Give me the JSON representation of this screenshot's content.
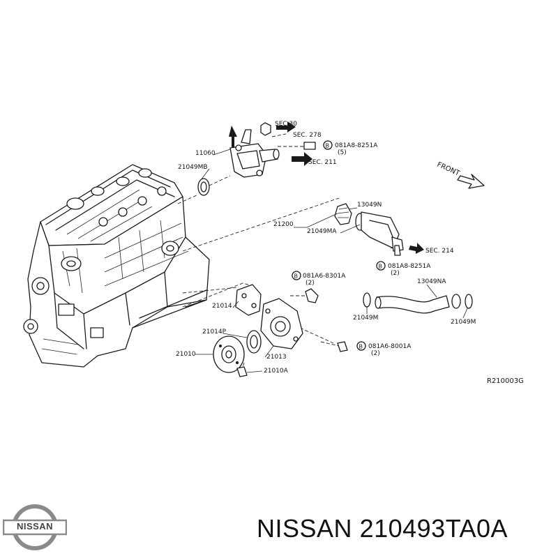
{
  "brand_caption": {
    "maker": "NISSAN",
    "part_number": "210493TA0A"
  },
  "logo": {
    "word": "NISSAN",
    "icon": "nissan-logo-icon",
    "color": "#8a8a8a"
  },
  "diagram": {
    "ref_code": "R210003G",
    "front_label": "FRONT",
    "parts": {
      "p11060": "11060",
      "p21049mb": "21049MB",
      "p21200": "21200",
      "p21049ma": "21049MA",
      "p13049n": "13049N",
      "p13049na": "13049NA",
      "p21049m_left": "21049M",
      "p21049m_right": "21049M",
      "p21014": "21014",
      "p21014p": "21014P",
      "p21010": "21010",
      "p21013": "21013",
      "p21010a": "21010A"
    },
    "sections": {
      "sec278": "SEC. 278",
      "sec211": "SEC. 211",
      "sec214": "SEC. 214",
      "sec_top": "SEC.30"
    },
    "bolts": {
      "b1_code": "081A8-8251A",
      "b1_qty": "(5)",
      "b2_code": "081A8-8251A",
      "b2_qty": "(2)",
      "b3_code": "081A6-8301A",
      "b3_qty": "(2)",
      "b4_code": "081A6-8001A",
      "b4_qty": "(2)",
      "marker": "B"
    }
  }
}
